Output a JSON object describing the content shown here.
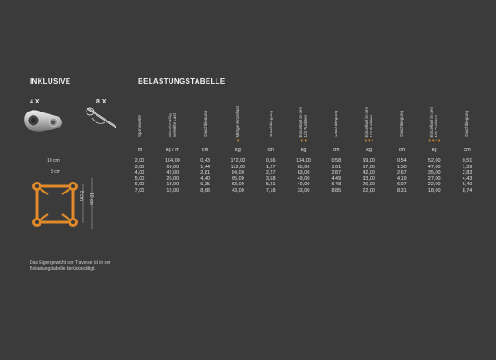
{
  "inklusive": {
    "heading": "INKLUSIVE",
    "clamp_qty": "4 X",
    "pin_qty": "8 X",
    "dims": {
      "outer_h": "10 cm",
      "inner_h": "8 cm",
      "outer_v": "10 cm",
      "inner_v": "8 cm"
    },
    "note_line1": "Das Eigengewicht der Traverse ist in der",
    "note_line2": "Belastungstabelle berücksichtigt."
  },
  "belastung": {
    "heading": "BELASTUNGSTABELLE",
    "columns": [
      {
        "label": "Spannweite",
        "unit": "m",
        "arrows": "",
        "values": [
          "2,00",
          "3,00",
          "4,00",
          "5,00",
          "6,00",
          "7,00"
        ]
      },
      {
        "label": "Gleichmäßig\nverteilte Last",
        "unit": "kg / m",
        "arrows": "",
        "values": [
          "104,00",
          "69,00",
          "42,00",
          "26,00",
          "18,00",
          "12,00"
        ]
      },
      {
        "label": "Durchbiegung",
        "unit": "cm",
        "arrows": "",
        "values": [
          "0,43",
          "1,44",
          "2,81",
          "4,40",
          "6,35",
          "8,68"
        ]
      },
      {
        "label": "Mittige Einzellast",
        "unit": "kg",
        "arrows": "▼",
        "values": [
          "172,00",
          "113,00",
          "84,00",
          "65,00",
          "53,00",
          "43,00"
        ]
      },
      {
        "label": "Durchbiegung",
        "unit": "cm",
        "arrows": "",
        "values": [
          "0,56",
          "1,27",
          "2,27",
          "3,58",
          "5,21",
          "7,18"
        ]
      },
      {
        "label": "Einzellast in den\n1/3 Punkten",
        "unit": "kg",
        "arrows": "▼ ▼",
        "values": [
          "104,00",
          "85,00",
          "63,00",
          "49,00",
          "40,00",
          "33,00"
        ]
      },
      {
        "label": "Durchbiegung",
        "unit": "cm",
        "arrows": "",
        "values": [
          "0,58",
          "1,61",
          "2,87",
          "4,49",
          "6,48",
          "8,85"
        ]
      },
      {
        "label": "Einzellast in den\n1/4 Punkten",
        "unit": "kg",
        "arrows": "▼▼▼",
        "values": [
          "69,00",
          "57,00",
          "42,00",
          "33,00",
          "26,00",
          "22,00"
        ]
      },
      {
        "label": "Durchbiegung",
        "unit": "cm",
        "arrows": "",
        "values": [
          "0,54",
          "1,50",
          "2,67",
          "4,19",
          "6,07",
          "8,31"
        ]
      },
      {
        "label": "Einzellast in den\n1/5 Punkten",
        "unit": "kg",
        "arrows": "▼▼▼▼",
        "values": [
          "52,00",
          "47,00",
          "35,00",
          "27,00",
          "22,00",
          "18,00"
        ]
      },
      {
        "label": "Durchbiegung",
        "unit": "cm",
        "arrows": "",
        "values": [
          "0,51",
          "1,39",
          "2,83",
          "4,43",
          "6,40",
          "8,74"
        ]
      }
    ]
  },
  "colors": {
    "accent": "#e08a2a",
    "background": "#3b3b3b",
    "text": "#e6e6e6"
  },
  "icons": {
    "clamp": "half-coupler-clamp-icon",
    "pin": "spigot-pin-icon",
    "frame": "square-truss-frame-icon"
  }
}
